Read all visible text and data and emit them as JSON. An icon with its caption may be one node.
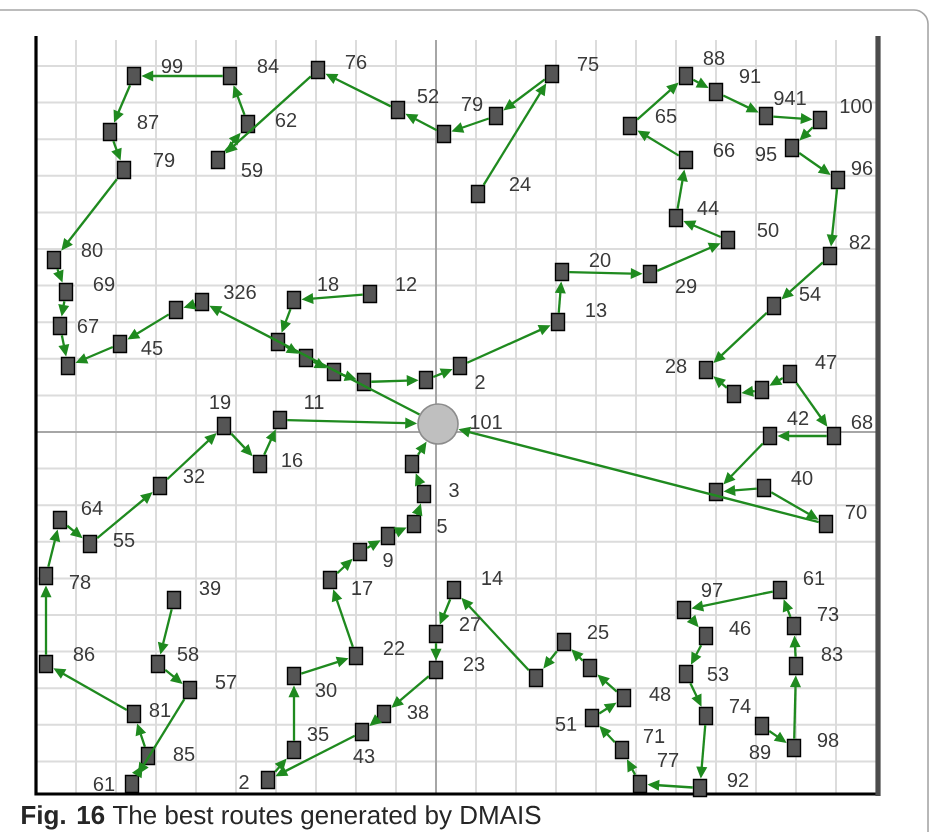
{
  "diagram": {
    "caption": "**Fig. 16** The best routes generated by DMAIS",
    "nodes": [
      {
        "text": [],
        "shape": "circle",
        "beside": [
          "101"
        ]
      },
      {
        "text": [],
        "shape": "box",
        "beside": [
          "99"
        ]
      },
      {
        "text": [],
        "shape": "box",
        "beside": [
          "84"
        ]
      },
      {
        "text": [],
        "shape": "box",
        "beside": [
          "76"
        ]
      },
      {
        "text": [],
        "shape": "box",
        "beside": [
          "75"
        ]
      },
      {
        "text": [],
        "shape": "box",
        "beside": [
          "88"
        ]
      },
      {
        "text": [],
        "shape": "box",
        "beside": [
          "91"
        ]
      },
      {
        "text": [],
        "shape": "box",
        "beside": [
          "52"
        ]
      },
      {
        "text": [],
        "shape": "box",
        "beside": [
          "79"
        ]
      },
      {
        "text": [],
        "shape": "box"
      },
      {
        "text": [],
        "shape": "box",
        "beside": [
          "941"
        ]
      },
      {
        "text": [],
        "shape": "box",
        "beside": [
          "100"
        ]
      },
      {
        "text": [],
        "shape": "box",
        "beside": [
          "87"
        ]
      },
      {
        "text": [],
        "shape": "box",
        "beside": [
          "62"
        ]
      },
      {
        "text": [],
        "shape": "box",
        "beside": [
          "65"
        ]
      },
      {
        "text": [],
        "shape": "box",
        "beside": [
          "95"
        ]
      },
      {
        "text": [],
        "shape": "box",
        "beside": [
          "59"
        ]
      },
      {
        "text": [],
        "shape": "box",
        "beside": [
          "79"
        ]
      },
      {
        "text": [],
        "shape": "box",
        "beside": [
          "66"
        ]
      },
      {
        "text": [],
        "shape": "box",
        "beside": [
          "96"
        ]
      },
      {
        "text": [],
        "shape": "box",
        "beside": [
          "24"
        ]
      },
      {
        "text": [],
        "shape": "box",
        "beside": [
          "44"
        ]
      },
      {
        "text": [],
        "shape": "box",
        "beside": [
          "50"
        ]
      },
      {
        "text": [],
        "shape": "box",
        "beside": [
          "82"
        ]
      },
      {
        "text": [],
        "shape": "box",
        "beside": [
          "80"
        ]
      },
      {
        "text": [],
        "shape": "box",
        "beside": [
          "20"
        ]
      },
      {
        "text": [],
        "shape": "box",
        "beside": [
          "29"
        ]
      },
      {
        "text": [],
        "shape": "box",
        "beside": [
          "69"
        ]
      },
      {
        "text": [],
        "shape": "box",
        "beside": [
          "18"
        ]
      },
      {
        "text": [],
        "shape": "box",
        "beside": [
          "12"
        ]
      },
      {
        "text": [],
        "shape": "box"
      },
      {
        "text": [],
        "shape": "box",
        "beside": [
          "326"
        ]
      },
      {
        "text": [],
        "shape": "box",
        "beside": [
          "54"
        ]
      },
      {
        "text": [],
        "shape": "box",
        "beside": [
          "67"
        ]
      },
      {
        "text": [],
        "shape": "box",
        "beside": [
          "13"
        ]
      },
      {
        "text": [],
        "shape": "box",
        "beside": [
          "45"
        ]
      },
      {
        "text": [],
        "shape": "box"
      },
      {
        "text": [],
        "shape": "box"
      },
      {
        "text": [],
        "shape": "box"
      },
      {
        "text": [],
        "shape": "box"
      },
      {
        "text": [],
        "shape": "box"
      },
      {
        "text": [],
        "shape": "box"
      },
      {
        "text": [],
        "shape": "box",
        "beside": [
          "2"
        ]
      },
      {
        "text": [],
        "shape": "box",
        "beside": [
          "28"
        ]
      },
      {
        "text": [],
        "shape": "box"
      },
      {
        "text": [],
        "shape": "box"
      },
      {
        "text": [],
        "shape": "box",
        "beside": [
          "47"
        ]
      },
      {
        "text": [],
        "shape": "box",
        "beside": [
          "19"
        ]
      },
      {
        "text": [],
        "shape": "box",
        "beside": [
          "11"
        ]
      },
      {
        "text": [],
        "shape": "box",
        "beside": [
          "16"
        ]
      },
      {
        "text": [],
        "shape": "box",
        "beside": [
          "42"
        ]
      },
      {
        "text": [],
        "shape": "box",
        "beside": [
          "68"
        ]
      },
      {
        "text": [],
        "shape": "box"
      },
      {
        "text": [],
        "shape": "box",
        "beside": [
          "32"
        ]
      },
      {
        "text": [],
        "shape": "box",
        "beside": [
          "3"
        ]
      },
      {
        "text": [],
        "shape": "box"
      },
      {
        "text": [],
        "shape": "box",
        "beside": [
          "40"
        ]
      },
      {
        "text": [],
        "shape": "box",
        "beside": [
          "5"
        ]
      },
      {
        "text": [],
        "shape": "box",
        "beside": [
          "64"
        ]
      },
      {
        "text": [],
        "shape": "box",
        "beside": [
          "70"
        ]
      },
      {
        "text": [],
        "shape": "box"
      },
      {
        "text": [],
        "shape": "box",
        "beside": [
          "9"
        ]
      },
      {
        "text": [],
        "shape": "box",
        "beside": [
          "55"
        ]
      },
      {
        "text": [],
        "shape": "box",
        "beside": [
          "78"
        ]
      },
      {
        "text": [],
        "shape": "box",
        "beside": [
          "17"
        ]
      },
      {
        "text": [],
        "shape": "box",
        "beside": [
          "14"
        ]
      },
      {
        "text": [],
        "shape": "box",
        "beside": [
          "61"
        ]
      },
      {
        "text": [],
        "shape": "box",
        "beside": [
          "39"
        ]
      },
      {
        "text": [],
        "shape": "box",
        "beside": [
          "97"
        ]
      },
      {
        "text": [],
        "shape": "box",
        "beside": [
          "73"
        ]
      },
      {
        "text": [],
        "shape": "box",
        "beside": [
          "27"
        ]
      },
      {
        "text": [],
        "shape": "box",
        "beside": [
          "46"
        ]
      },
      {
        "text": [],
        "shape": "box",
        "beside": [
          "25"
        ]
      },
      {
        "text": [],
        "shape": "box",
        "beside": [
          "22"
        ]
      },
      {
        "text": [],
        "shape": "box",
        "beside": [
          "86"
        ]
      },
      {
        "text": [],
        "shape": "box",
        "beside": [
          "58"
        ]
      },
      {
        "text": [],
        "shape": "box"
      },
      {
        "text": [],
        "shape": "box",
        "beside": [
          "83"
        ]
      },
      {
        "text": [],
        "shape": "box",
        "beside": [
          "23"
        ]
      },
      {
        "text": [],
        "shape": "box",
        "beside": [
          "30"
        ]
      },
      {
        "text": [],
        "shape": "box"
      },
      {
        "text": [],
        "shape": "box",
        "beside": [
          "53"
        ]
      },
      {
        "text": [],
        "shape": "box",
        "beside": [
          "57"
        ]
      },
      {
        "text": [],
        "shape": "box",
        "beside": [
          "48"
        ]
      },
      {
        "text": [],
        "shape": "box",
        "beside": [
          "38"
        ]
      },
      {
        "text": [],
        "shape": "box",
        "beside": [
          "81"
        ]
      },
      {
        "text": [],
        "shape": "box",
        "beside": [
          "74"
        ]
      },
      {
        "text": [],
        "shape": "box",
        "beside": [
          "51"
        ]
      },
      {
        "text": [],
        "shape": "box",
        "beside": [
          "43"
        ]
      },
      {
        "text": [],
        "shape": "box",
        "beside": [
          "89"
        ]
      },
      {
        "text": [],
        "shape": "box",
        "beside": [
          "98"
        ]
      },
      {
        "text": [],
        "shape": "box",
        "beside": [
          "35"
        ]
      },
      {
        "text": [],
        "shape": "box",
        "beside": [
          "71"
        ]
      },
      {
        "text": [],
        "shape": "box",
        "beside": [
          "85"
        ]
      },
      {
        "text": [],
        "shape": "box",
        "beside": [
          "2"
        ]
      },
      {
        "text": [],
        "shape": "box",
        "beside": [
          "77"
        ]
      },
      {
        "text": [],
        "shape": "box",
        "beside": [
          "61"
        ]
      },
      {
        "text": [],
        "shape": "box",
        "beside": [
          "92"
        ]
      }
    ],
    "edges": [
      {
        "from": 20,
        "to": 4,
        "arrow": "to"
      },
      {
        "from": 4,
        "to": 8,
        "arrow": "to"
      },
      {
        "from": 8,
        "to": 9,
        "arrow": "to"
      },
      {
        "from": 9,
        "to": 7,
        "arrow": "to"
      },
      {
        "from": 7,
        "to": 3,
        "arrow": "to"
      },
      {
        "from": 3,
        "to": 16,
        "arrow": "to"
      },
      {
        "from": 16,
        "to": 13,
        "arrow": "to"
      },
      {
        "from": 13,
        "to": 2,
        "arrow": "to"
      },
      {
        "from": 2,
        "to": 1,
        "arrow": "to"
      },
      {
        "from": 1,
        "to": 12,
        "arrow": "to"
      },
      {
        "from": 12,
        "to": 17,
        "arrow": "to"
      },
      {
        "from": 17,
        "to": 24,
        "arrow": "to"
      },
      {
        "from": 24,
        "to": 27,
        "arrow": "to"
      },
      {
        "from": 27,
        "to": 33,
        "arrow": "to"
      },
      {
        "from": 33,
        "to": 36,
        "arrow": "to"
      },
      {
        "from": 35,
        "to": 36,
        "arrow": "to"
      },
      {
        "from": 30,
        "to": 35,
        "arrow": "to"
      },
      {
        "from": 31,
        "to": 30,
        "arrow": "to"
      },
      {
        "from": 0,
        "to": 31,
        "arrow": "to"
      },
      {
        "from": 29,
        "to": 28,
        "arrow": "to"
      },
      {
        "from": 28,
        "to": 37,
        "arrow": "to"
      },
      {
        "from": 37,
        "to": 38,
        "arrow": "to"
      },
      {
        "from": 38,
        "to": 39,
        "arrow": "to"
      },
      {
        "from": 39,
        "to": 40,
        "arrow": "to"
      },
      {
        "from": 40,
        "to": 41,
        "arrow": "to"
      },
      {
        "from": 41,
        "to": 42,
        "arrow": "to"
      },
      {
        "from": 42,
        "to": 34,
        "arrow": "to"
      },
      {
        "from": 34,
        "to": 25,
        "arrow": "to"
      },
      {
        "from": 25,
        "to": 26,
        "arrow": "to"
      },
      {
        "from": 26,
        "to": 22,
        "arrow": "to"
      },
      {
        "from": 22,
        "to": 21,
        "arrow": "to"
      },
      {
        "from": 21,
        "to": 18,
        "arrow": "to"
      },
      {
        "from": 18,
        "to": 14,
        "arrow": "to"
      },
      {
        "from": 14,
        "to": 5,
        "arrow": "to"
      },
      {
        "from": 5,
        "to": 6,
        "arrow": "to"
      },
      {
        "from": 6,
        "to": 10,
        "arrow": "to"
      },
      {
        "from": 10,
        "to": 11,
        "arrow": "to"
      },
      {
        "from": 11,
        "to": 15,
        "arrow": "to"
      },
      {
        "from": 15,
        "to": 19,
        "arrow": "to"
      },
      {
        "from": 19,
        "to": 23,
        "arrow": "to"
      },
      {
        "from": 23,
        "to": 32,
        "arrow": "to"
      },
      {
        "from": 32,
        "to": 43,
        "arrow": "to"
      },
      {
        "from": 44,
        "to": 43,
        "arrow": "to"
      },
      {
        "from": 45,
        "to": 44,
        "arrow": "to"
      },
      {
        "from": 46,
        "to": 45,
        "arrow": "to"
      },
      {
        "from": 46,
        "to": 51,
        "arrow": "to"
      },
      {
        "from": 51,
        "to": 50,
        "arrow": "to"
      },
      {
        "from": 50,
        "to": 55,
        "arrow": "to"
      },
      {
        "from": 56,
        "to": 55,
        "arrow": "to"
      },
      {
        "from": 56,
        "to": 59,
        "arrow": "to"
      },
      {
        "from": 59,
        "to": 0,
        "arrow": "to"
      },
      {
        "from": 67,
        "to": 75,
        "arrow": "to"
      },
      {
        "from": 75,
        "to": 82,
        "arrow": "to"
      },
      {
        "from": 82,
        "to": 96,
        "arrow": "to"
      },
      {
        "from": 96,
        "to": 93,
        "arrow": "to"
      },
      {
        "from": 93,
        "to": 85,
        "arrow": "to"
      },
      {
        "from": 85,
        "to": 74,
        "arrow": "to"
      },
      {
        "from": 74,
        "to": 63,
        "arrow": "to"
      },
      {
        "from": 63,
        "to": 58,
        "arrow": "to"
      },
      {
        "from": 58,
        "to": 62,
        "arrow": "to"
      },
      {
        "from": 62,
        "to": 53,
        "arrow": "to"
      },
      {
        "from": 53,
        "to": 47,
        "arrow": "to"
      },
      {
        "from": 47,
        "to": 49,
        "arrow": "to"
      },
      {
        "from": 49,
        "to": 48,
        "arrow": "to"
      },
      {
        "from": 48,
        "to": 0,
        "arrow": "to"
      },
      {
        "from": 89,
        "to": 90,
        "arrow": "to"
      },
      {
        "from": 90,
        "to": 77,
        "arrow": "to"
      },
      {
        "from": 77,
        "to": 69,
        "arrow": "to"
      },
      {
        "from": 69,
        "to": 66,
        "arrow": "to"
      },
      {
        "from": 66,
        "to": 68,
        "arrow": "to"
      },
      {
        "from": 68,
        "to": 71,
        "arrow": "to"
      },
      {
        "from": 71,
        "to": 81,
        "arrow": "to"
      },
      {
        "from": 81,
        "to": 86,
        "arrow": "to"
      },
      {
        "from": 86,
        "to": 97,
        "arrow": "to"
      },
      {
        "from": 97,
        "to": 95,
        "arrow": "to"
      },
      {
        "from": 95,
        "to": 92,
        "arrow": "to"
      },
      {
        "from": 92,
        "to": 87,
        "arrow": "to"
      },
      {
        "from": 87,
        "to": 83,
        "arrow": "to"
      },
      {
        "from": 83,
        "to": 76,
        "arrow": "to"
      },
      {
        "from": 76,
        "to": 72,
        "arrow": "to"
      },
      {
        "from": 72,
        "to": 80,
        "arrow": "to"
      },
      {
        "from": 80,
        "to": 65,
        "arrow": "to"
      },
      {
        "from": 65,
        "to": 70,
        "arrow": "to"
      },
      {
        "from": 70,
        "to": 78,
        "arrow": "to"
      },
      {
        "from": 78,
        "to": 84,
        "arrow": "to"
      },
      {
        "from": 84,
        "to": 88,
        "arrow": "to"
      },
      {
        "from": 88,
        "to": 94,
        "arrow": "to"
      },
      {
        "from": 94,
        "to": 91,
        "arrow": "to"
      },
      {
        "from": 91,
        "to": 79,
        "arrow": "to"
      },
      {
        "from": 79,
        "to": 73,
        "arrow": "to"
      },
      {
        "from": 73,
        "to": 64,
        "arrow": "to"
      },
      {
        "from": 64,
        "to": 60,
        "arrow": "to"
      },
      {
        "from": 60,
        "to": 61,
        "arrow": "to"
      },
      {
        "from": 61,
        "to": 57,
        "arrow": "to"
      },
      {
        "from": 57,
        "to": 54,
        "arrow": "to"
      },
      {
        "from": 54,
        "to": 52,
        "arrow": "to"
      },
      {
        "from": 52,
        "to": 0,
        "arrow": "to"
      }
    ]
  }
}
